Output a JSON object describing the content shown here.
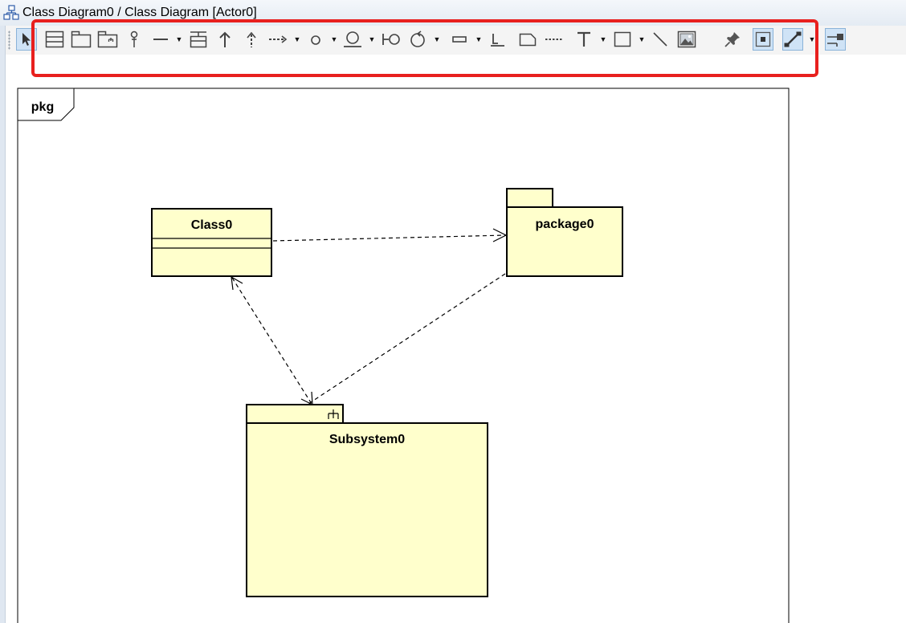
{
  "window": {
    "title": "Class Diagram0 / Class Diagram [Actor0]"
  },
  "toolbar": {
    "tools": [
      {
        "name": "select-pointer-icon"
      },
      {
        "name": "class-icon"
      },
      {
        "name": "package-icon"
      },
      {
        "name": "subsystem-icon"
      },
      {
        "name": "interface-lollipop-icon"
      },
      {
        "name": "association-icon"
      },
      {
        "name": "association-class-icon"
      },
      {
        "name": "generalization-icon"
      },
      {
        "name": "realization-icon"
      },
      {
        "name": "dependency-icon"
      },
      {
        "name": "instance-circle-icon"
      },
      {
        "name": "boundary-icon"
      },
      {
        "name": "boundary-lifeline-icon"
      },
      {
        "name": "control-icon"
      },
      {
        "name": "entity-icon"
      },
      {
        "name": "lifeline-bar-icon"
      },
      {
        "name": "note-icon"
      },
      {
        "name": "note-anchor-icon"
      },
      {
        "name": "text-icon"
      },
      {
        "name": "rectangle-icon"
      },
      {
        "name": "line-icon"
      },
      {
        "name": "image-icon"
      },
      {
        "name": "pin-icon"
      },
      {
        "name": "point-icon"
      },
      {
        "name": "connector-line-icon"
      },
      {
        "name": "align-icon"
      }
    ]
  },
  "diagram": {
    "frame_label": "pkg",
    "class_name": "Class0",
    "package_name": "package0",
    "subsystem_name": "Subsystem0"
  },
  "colors": {
    "element_fill": "#ffffcc",
    "highlight": "#e8201e",
    "toolbar_bg": "#f4f4f4"
  }
}
